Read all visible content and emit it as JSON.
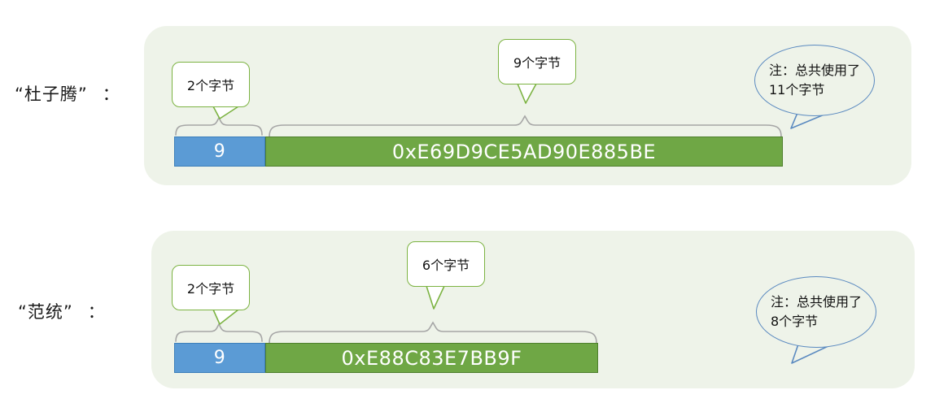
{
  "diagram": {
    "title_hidden": "",
    "colors": {
      "panel_bg": "#eef3e9",
      "blue_bar": "#5b9bd5",
      "green_bar": "#6fa745",
      "callout_border": "#7cb342",
      "oval_border": "#5b8ac0",
      "brace": "#a6a6a6",
      "text": "#111111"
    },
    "rows": [
      {
        "id": "row-duziteng",
        "label": "“杜子腾”",
        "colon": "：",
        "length_field": {
          "value": "9",
          "callout": "2个字节"
        },
        "content_field": {
          "value": "0xE69D9CE5AD90E885BE",
          "callout": "9个字节"
        },
        "note": {
          "line1": "注：总共使用了",
          "line2": "11个字节"
        }
      },
      {
        "id": "row-fantong",
        "label": "“范统”",
        "colon": "：",
        "length_field": {
          "value": "9",
          "callout": "2个字节"
        },
        "content_field": {
          "value": "0xE88C83E7BB9F",
          "callout": "6个字节"
        },
        "note": {
          "line1": "注：总共使用了",
          "line2": "8个字节"
        }
      }
    ]
  }
}
